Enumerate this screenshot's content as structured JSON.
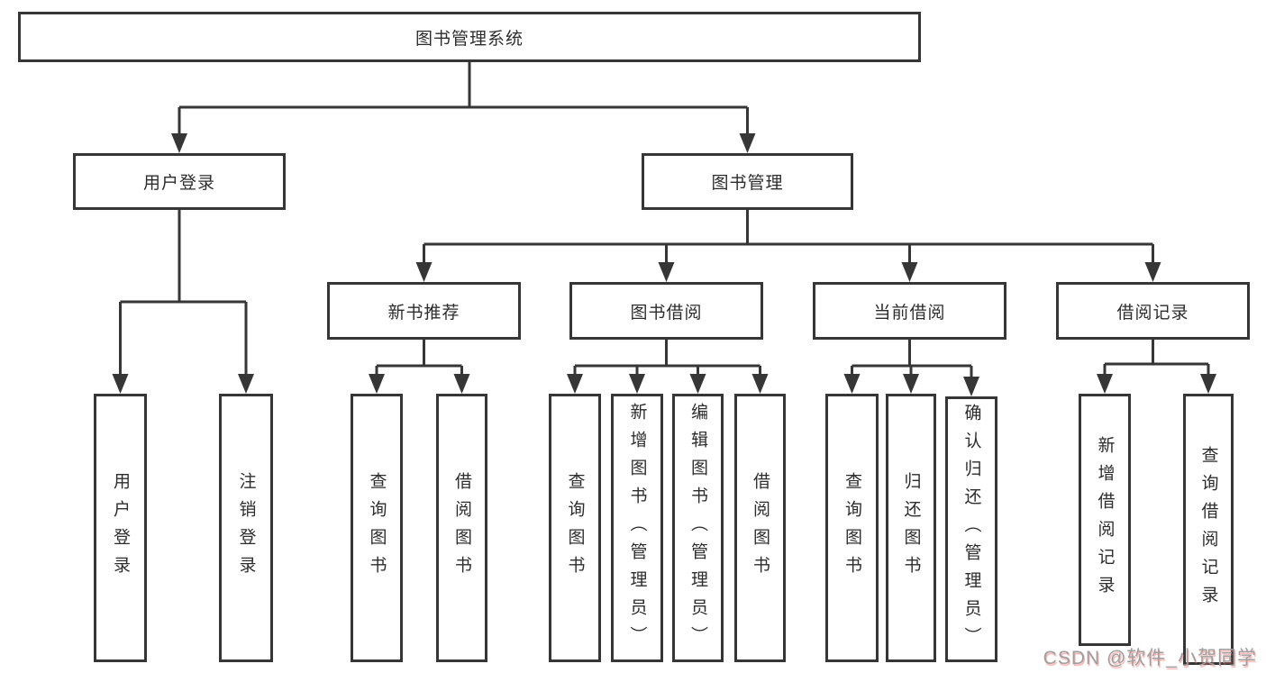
{
  "tree": {
    "root": {
      "label": "图书管理系统"
    },
    "branches": [
      {
        "label": "用户登录",
        "children": [
          {
            "label": "用户登录"
          },
          {
            "label": "注销登录"
          }
        ]
      },
      {
        "label": "图书管理",
        "children": [
          {
            "label": "新书推荐",
            "children": [
              {
                "label": "查询图书"
              },
              {
                "label": "借阅图书"
              }
            ]
          },
          {
            "label": "图书借阅",
            "children": [
              {
                "label": "查询图书"
              },
              {
                "label": "新增图书（管理员）"
              },
              {
                "label": "编辑图书（管理员）"
              },
              {
                "label": "借阅图书"
              }
            ]
          },
          {
            "label": "当前借阅",
            "children": [
              {
                "label": "查询图书"
              },
              {
                "label": "归还图书"
              },
              {
                "label": "确认归还（管理员）"
              }
            ]
          },
          {
            "label": "借阅记录",
            "children": [
              {
                "label": "新增借阅记录"
              },
              {
                "label": "查询借阅记录"
              }
            ]
          }
        ]
      }
    ]
  },
  "watermark": {
    "text": "CSDN @软件_小贺同学"
  },
  "colors": {
    "line": "#363636",
    "border": "#363636",
    "text": "#2d2d2d",
    "watermark": "#9e9e9e",
    "background": "#ffffff"
  }
}
